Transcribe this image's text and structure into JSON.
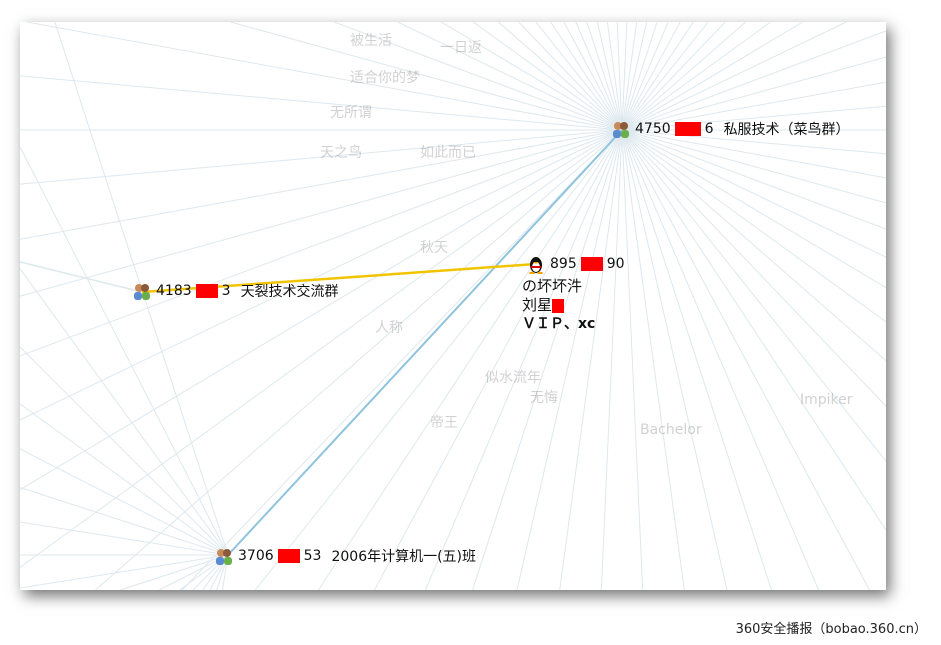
{
  "nodes": {
    "group_top": {
      "prefix": "4750",
      "suffix": "6",
      "name": "私服技术（菜鸟群）",
      "icon": "group-icon"
    },
    "group_left": {
      "prefix": "4183",
      "suffix": "3",
      "name": "天裂技术交流群",
      "icon": "group-icon"
    },
    "group_bottom": {
      "prefix": "3706",
      "suffix": "53",
      "name": "2006年计算机一(五)班",
      "icon": "group-icon"
    },
    "user": {
      "prefix": "895",
      "suffix": "90",
      "line1": "の坏坏汼",
      "line2": "刘星",
      "line3": "ＶＩＰ、xc",
      "icon": "qq-penguin-icon"
    }
  },
  "background_labels": [
    "被生活",
    "一日返",
    "适合你的梦",
    "无所谓",
    "如此而已",
    "天之鸟",
    "秋天",
    "人称",
    "似水流年",
    "无悔",
    "帝王",
    "Bachelor",
    "Impiker"
  ],
  "colors": {
    "edge_blue": "#8fc3de",
    "edge_yellow": "#f2c400",
    "redaction": "#ff0000",
    "faint_edge": "#dde8ee"
  },
  "watermark": "360安全播报（bobao.360.cn）"
}
